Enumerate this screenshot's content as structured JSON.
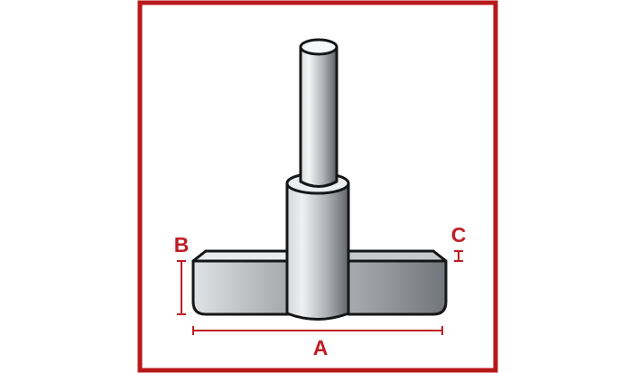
{
  "colors": {
    "frame": "#b8181b",
    "dimension": "#c01d24",
    "outline": "#161616",
    "metal_light": "#f2f3f4",
    "metal_mid": "#b9bcc0",
    "metal_dark": "#5f6368"
  },
  "dimensions": {
    "a_label": "A",
    "b_label": "B",
    "c_label": "C"
  }
}
